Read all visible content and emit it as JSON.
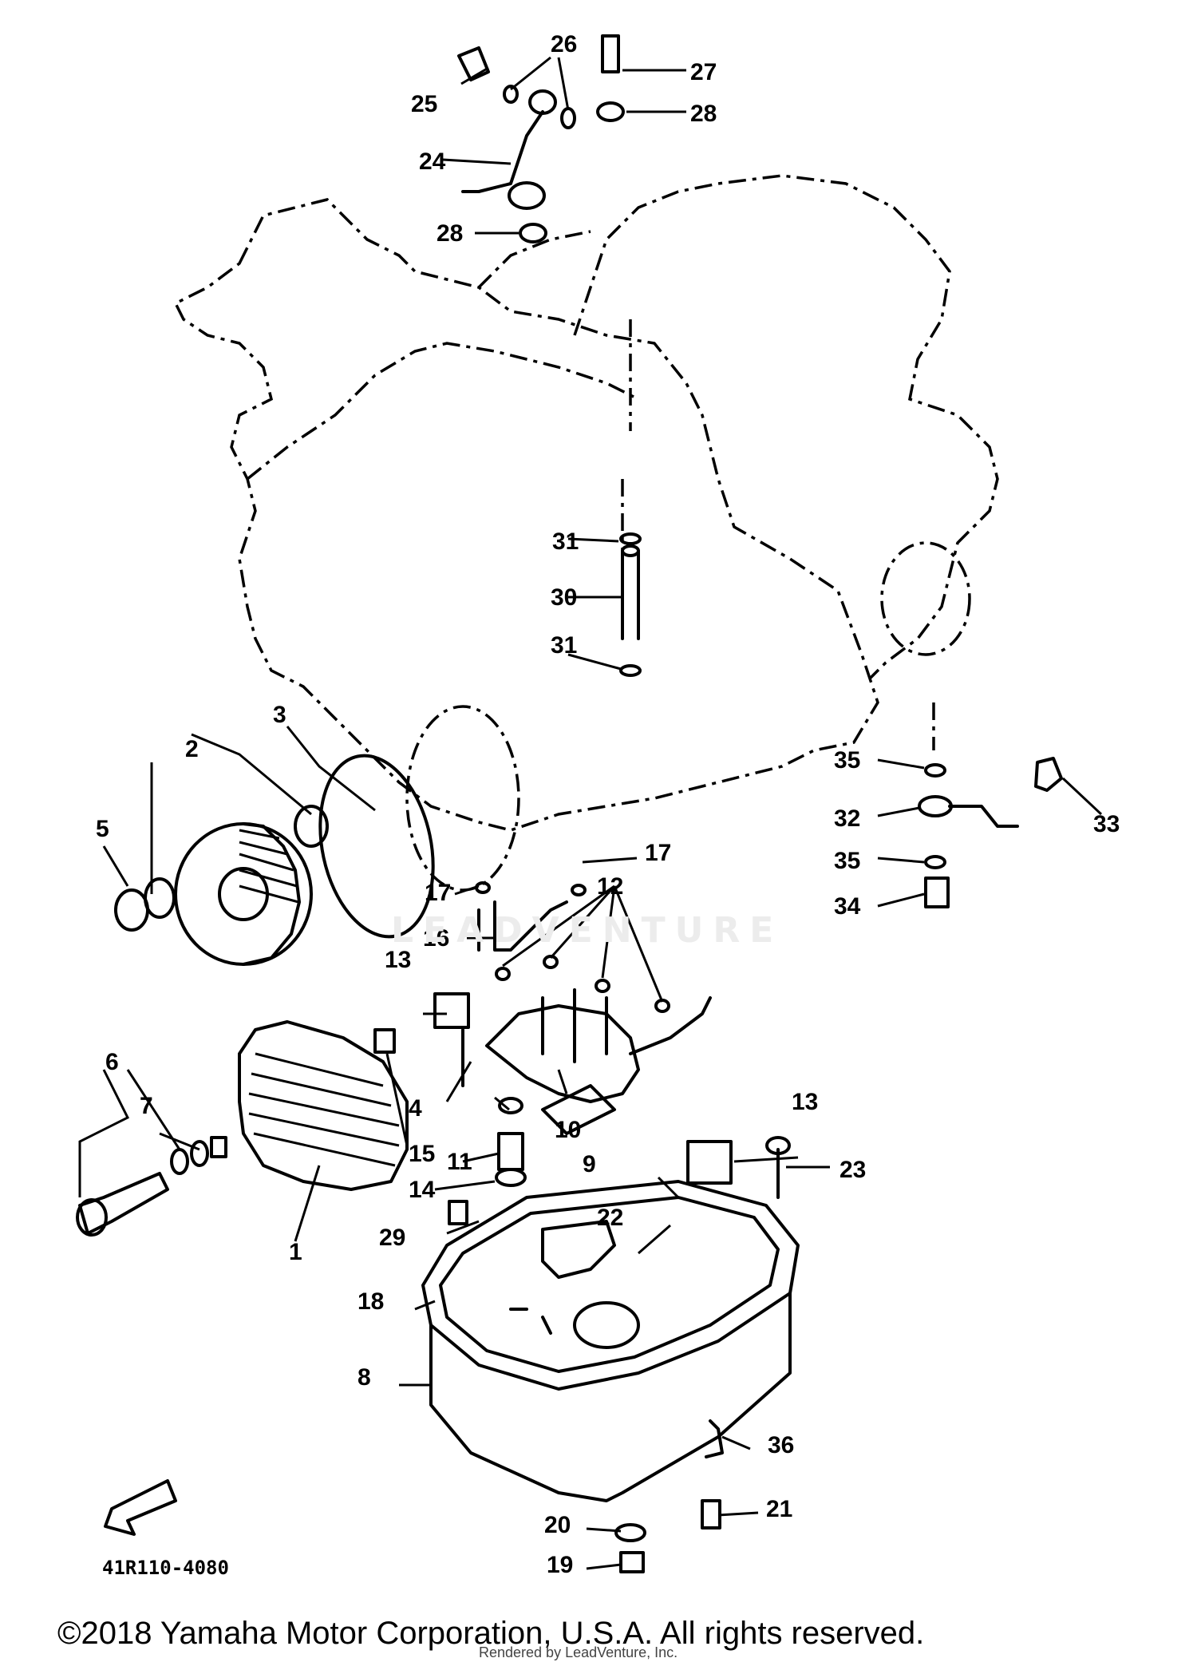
{
  "diagram": {
    "callouts": [
      {
        "id": "1",
        "text": "1"
      },
      {
        "id": "2",
        "text": "2"
      },
      {
        "id": "3",
        "text": "3"
      },
      {
        "id": "4",
        "text": "4"
      },
      {
        "id": "5",
        "text": "5"
      },
      {
        "id": "6",
        "text": "6"
      },
      {
        "id": "7",
        "text": "7"
      },
      {
        "id": "8",
        "text": "8"
      },
      {
        "id": "9",
        "text": "9"
      },
      {
        "id": "10",
        "text": "10"
      },
      {
        "id": "11",
        "text": "11"
      },
      {
        "id": "12",
        "text": "12"
      },
      {
        "id": "13a",
        "text": "13"
      },
      {
        "id": "13b",
        "text": "13"
      },
      {
        "id": "14",
        "text": "14"
      },
      {
        "id": "15",
        "text": "15"
      },
      {
        "id": "16",
        "text": "16"
      },
      {
        "id": "17a",
        "text": "17"
      },
      {
        "id": "17b",
        "text": "17"
      },
      {
        "id": "18",
        "text": "18"
      },
      {
        "id": "19",
        "text": "19"
      },
      {
        "id": "20",
        "text": "20"
      },
      {
        "id": "21",
        "text": "21"
      },
      {
        "id": "22",
        "text": "22"
      },
      {
        "id": "23",
        "text": "23"
      },
      {
        "id": "24",
        "text": "24"
      },
      {
        "id": "25",
        "text": "25"
      },
      {
        "id": "26",
        "text": "26"
      },
      {
        "id": "27",
        "text": "27"
      },
      {
        "id": "28a",
        "text": "28"
      },
      {
        "id": "28b",
        "text": "28"
      },
      {
        "id": "29",
        "text": "29"
      },
      {
        "id": "30",
        "text": "30"
      },
      {
        "id": "31a",
        "text": "31"
      },
      {
        "id": "31b",
        "text": "31"
      },
      {
        "id": "32",
        "text": "32"
      },
      {
        "id": "33",
        "text": "33"
      },
      {
        "id": "34",
        "text": "34"
      },
      {
        "id": "35a",
        "text": "35"
      },
      {
        "id": "35b",
        "text": "35"
      },
      {
        "id": "36",
        "text": "36"
      }
    ],
    "drawing_code": "41R110-4080",
    "watermark": "LEADVENTURE",
    "footer": {
      "copyright": "©2018 Yamaha Motor Corporation, U.S.A. All rights reserved.",
      "rendered_by": "Rendered by LeadVenture, Inc."
    }
  }
}
